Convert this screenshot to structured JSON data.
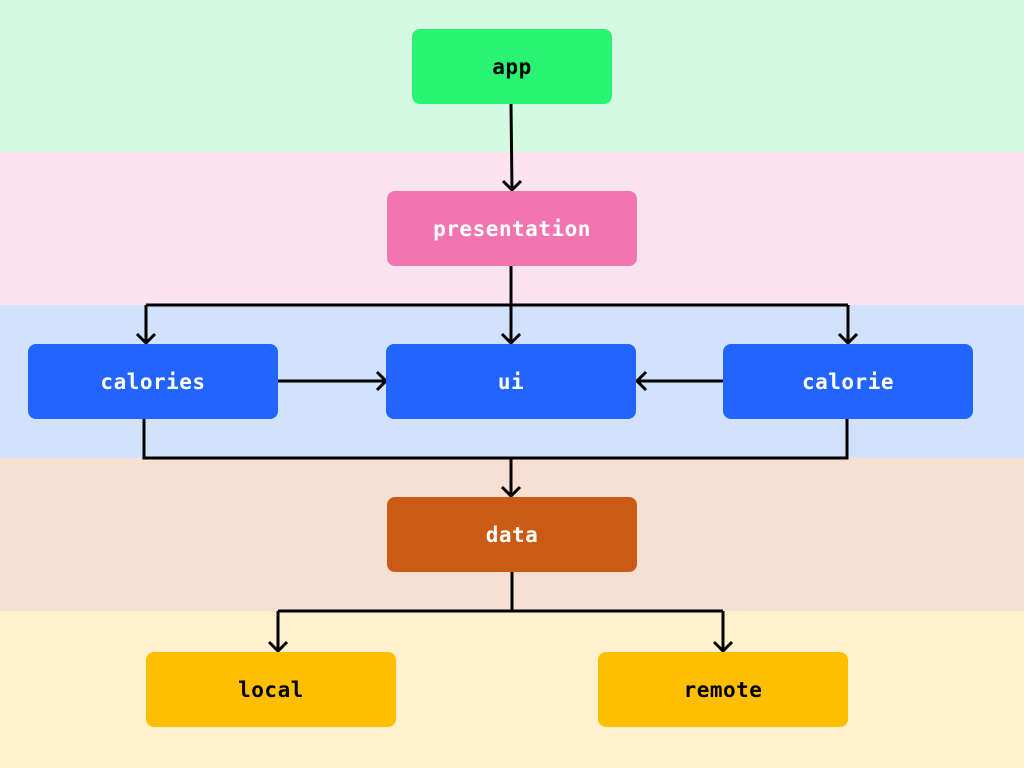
{
  "layers": [
    {
      "id": "app",
      "color": "#d4fbe2"
    },
    {
      "id": "presentation",
      "color": "#fde3ee"
    },
    {
      "id": "feature",
      "color": "#d2e1fc"
    },
    {
      "id": "data",
      "color": "#f7dfd2"
    },
    {
      "id": "sources",
      "color": "#fff1cc"
    }
  ],
  "nodes": {
    "app": {
      "label": "app",
      "fill": "#29f472",
      "text_color": "#000000"
    },
    "presentation": {
      "label": "presentation",
      "fill": "#f274b0",
      "text_color": "#ffffff"
    },
    "calories": {
      "label": "calories",
      "fill": "#2264ff",
      "text_color": "#ffffff"
    },
    "ui": {
      "label": "ui",
      "fill": "#2264ff",
      "text_color": "#ffffff"
    },
    "calorie": {
      "label": "calorie",
      "fill": "#2264ff",
      "text_color": "#ffffff"
    },
    "data": {
      "label": "data",
      "fill": "#cb5a14",
      "text_color": "#ffffff"
    },
    "local": {
      "label": "local",
      "fill": "#ffbe00",
      "text_color": "#000000"
    },
    "remote": {
      "label": "remote",
      "fill": "#ffbe00",
      "text_color": "#000000"
    }
  },
  "edges": [
    {
      "from": "app",
      "to": "presentation"
    },
    {
      "from": "presentation",
      "to": "calories"
    },
    {
      "from": "presentation",
      "to": "ui"
    },
    {
      "from": "presentation",
      "to": "calorie"
    },
    {
      "from": "calories",
      "to": "ui"
    },
    {
      "from": "calorie",
      "to": "ui"
    },
    {
      "from": "calories",
      "to": "data"
    },
    {
      "from": "calorie",
      "to": "data"
    },
    {
      "from": "data",
      "to": "local"
    },
    {
      "from": "data",
      "to": "remote"
    }
  ]
}
